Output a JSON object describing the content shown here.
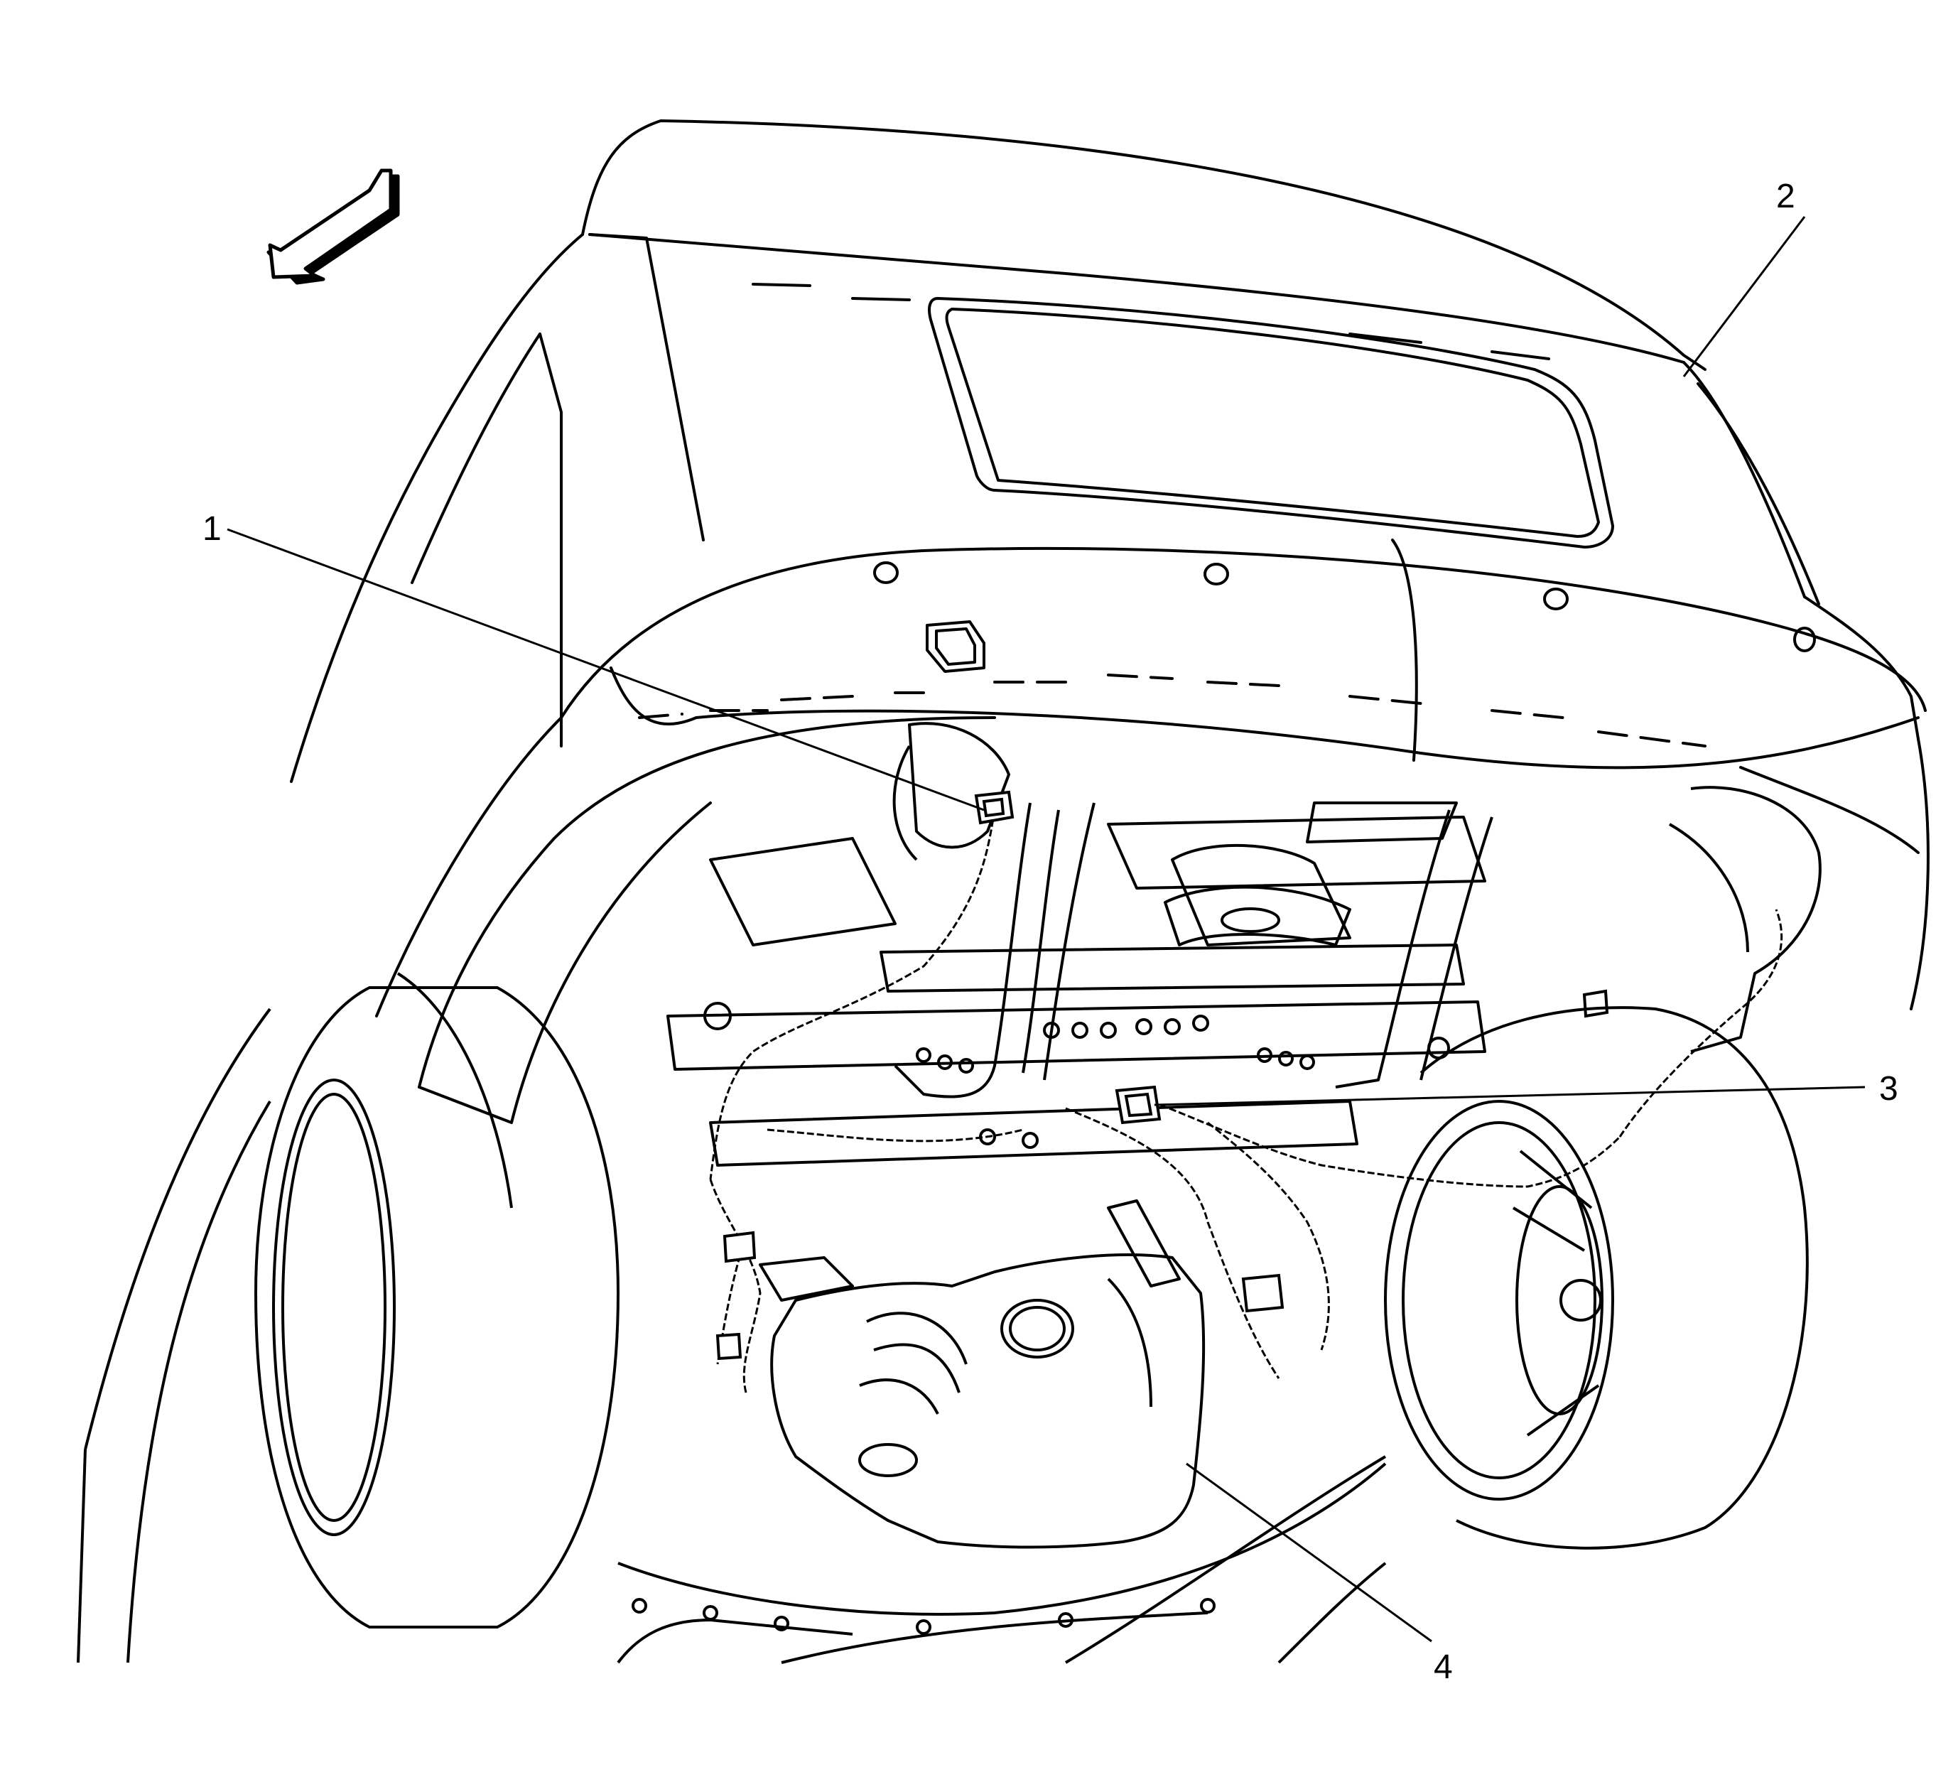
{
  "callouts": [
    {
      "id": "callout-1",
      "label": "1"
    },
    {
      "id": "callout-2",
      "label": "2"
    },
    {
      "id": "callout-3",
      "label": "3"
    },
    {
      "id": "callout-4",
      "label": "4"
    }
  ],
  "colors": {
    "line": "#000000",
    "background": "#ffffff"
  },
  "icons": {
    "direction": "front-direction-arrow-icon"
  }
}
